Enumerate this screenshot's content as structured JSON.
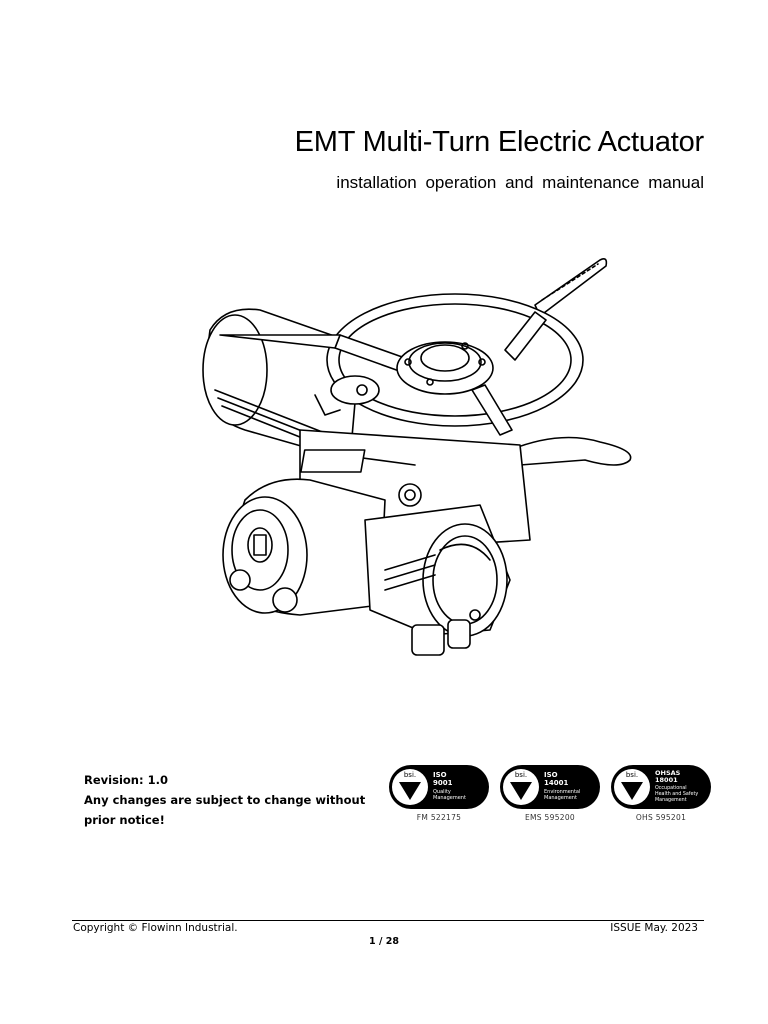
{
  "document": {
    "title": "EMT Multi-Turn Electric Actuator",
    "subtitle": "installation operation and maintenance manual"
  },
  "notice": {
    "revision": "Revision: 1.0",
    "line1": "Any changes are subject to change without",
    "line2": "prior notice!"
  },
  "certifications": [
    {
      "brand": "bsi.",
      "standard": "ISO",
      "number": "9001",
      "desc1": "Quality",
      "desc2": "Management",
      "desc3": "",
      "code": "FM 522175"
    },
    {
      "brand": "bsi.",
      "standard": "ISO",
      "number": "14001",
      "desc1": "Environmental",
      "desc2": "Management",
      "desc3": "",
      "code": "EMS 595200"
    },
    {
      "brand": "bsi.",
      "standard": "OHSAS",
      "number": "18001",
      "desc1": "Occupational",
      "desc2": "Health and Safety",
      "desc3": "Management",
      "code": "OHS 595201"
    }
  ],
  "footer": {
    "copyright": "Copyright © Flowinn Industrial.",
    "issue": "ISSUE May. 2023",
    "page": "1 / 28"
  }
}
